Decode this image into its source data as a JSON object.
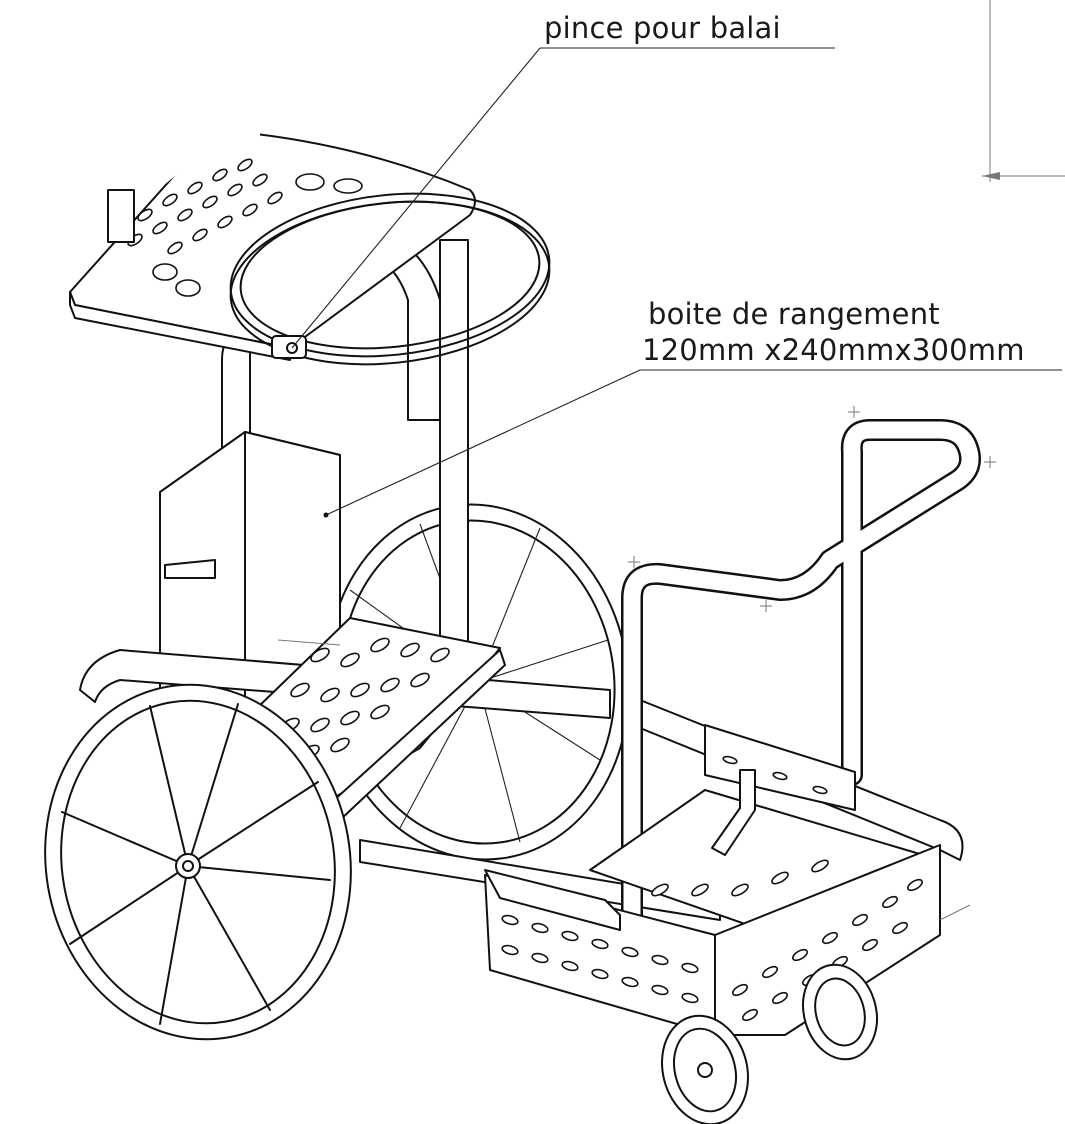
{
  "annotations": {
    "broom_clip": "pince pour balai",
    "storage_box_line1": "boite de rangement",
    "storage_box_line2": "120mm x240mmx300mm"
  }
}
